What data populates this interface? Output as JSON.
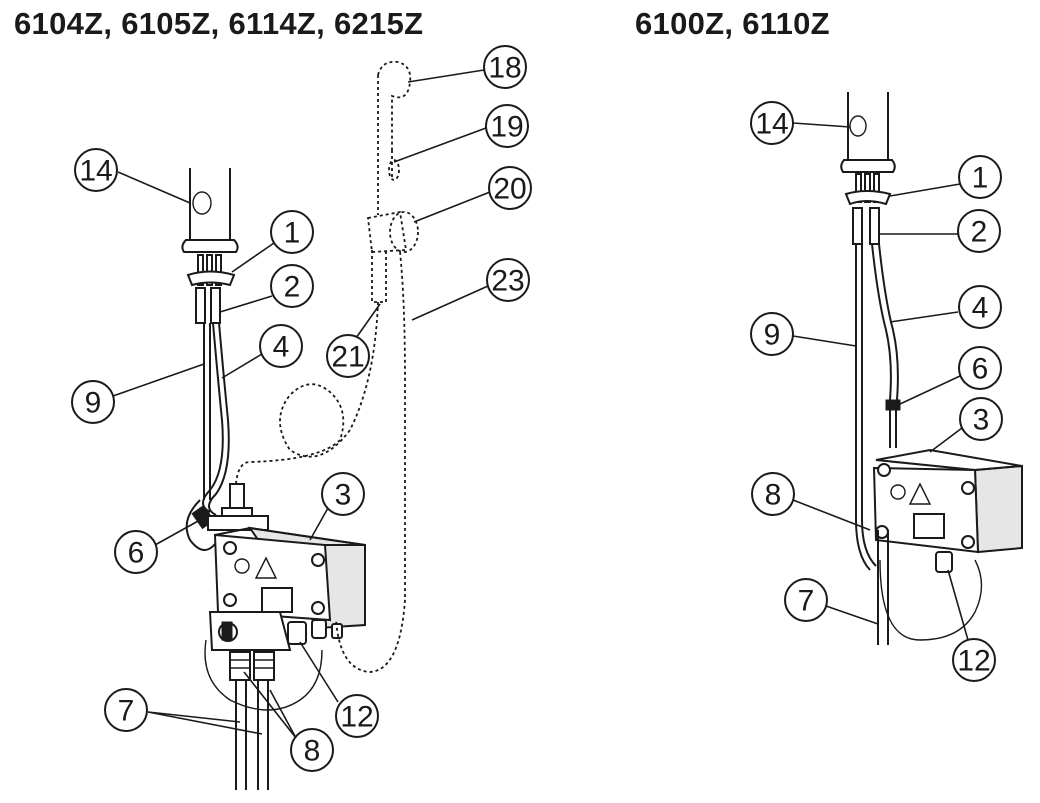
{
  "titles": {
    "left": "6104Z, 6105Z, 6114Z, 6215Z",
    "right": "6100Z, 6110Z"
  },
  "callouts_left": [
    "14",
    "1",
    "2",
    "4",
    "9",
    "6",
    "3",
    "12",
    "7",
    "8",
    "18",
    "19",
    "20",
    "21",
    "23"
  ],
  "callouts_right": [
    "14",
    "1",
    "2",
    "9",
    "4",
    "6",
    "3",
    "8",
    "7",
    "12"
  ]
}
